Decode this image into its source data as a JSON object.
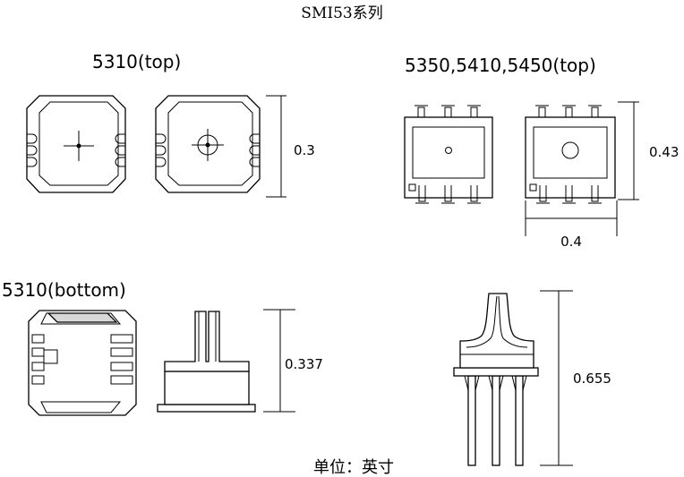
{
  "title": "SMI53系列",
  "labels": {
    "top_5310": "5310(top)",
    "top_5350": "5350,5410,5450(top)",
    "bottom_5310": "5310(bottom)"
  },
  "dimensions": {
    "d1": "0.3",
    "d2": "0.43",
    "d3": "0.4",
    "d4": "0.337",
    "d5": "0.655"
  },
  "unit_note": "单位：英寸"
}
